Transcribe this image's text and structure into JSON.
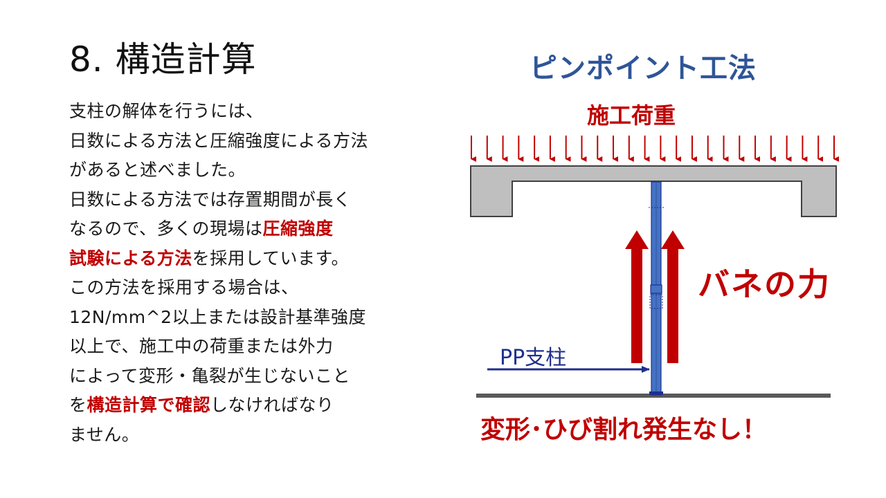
{
  "slide": {
    "title": "8. 構造計算"
  },
  "body": {
    "lines": [
      [
        {
          "t": "支柱の解体を行うには、",
          "hl": false
        }
      ],
      [
        {
          "t": "日数による方法と圧縮強度による方法",
          "hl": false
        }
      ],
      [
        {
          "t": "があると述べました。",
          "hl": false
        }
      ],
      [
        {
          "t": "日数による方法では存置期間が長く",
          "hl": false
        }
      ],
      [
        {
          "t": "なるので、多くの現場は",
          "hl": false
        },
        {
          "t": "圧縮強度",
          "hl": true
        }
      ],
      [
        {
          "t": "試験による方法",
          "hl": true
        },
        {
          "t": "を採用しています。",
          "hl": false
        }
      ],
      [
        {
          "t": "この方法を採用する場合は、",
          "hl": false
        }
      ],
      [
        {
          "t": "12N/mm^2以上または設計基準強度",
          "hl": false
        }
      ],
      [
        {
          "t": "以上で、施工中の荷重または外力",
          "hl": false
        }
      ],
      [
        {
          "t": "によって変形・亀裂が生じないこと",
          "hl": false
        }
      ],
      [
        {
          "t": "を",
          "hl": false
        },
        {
          "t": "構造計算で確認",
          "hl": true
        },
        {
          "t": "しなければなり",
          "hl": false
        }
      ],
      [
        {
          "t": "ません。",
          "hl": false
        }
      ]
    ]
  },
  "diagram": {
    "title": "ピンポイント工法",
    "load_label": "施工荷重",
    "spring_label": "バネの力",
    "prop_label": "PP支柱",
    "result_label": "変形･ひび割れ発生なし！",
    "colors": {
      "title": "#2f5597",
      "accent_red": "#c00000",
      "slab_fill": "#bfbfbf",
      "slab_stroke": "#404040",
      "prop_blue": "#4472c4",
      "prop_arrow": "#1f2f8f",
      "floor": "#595959"
    }
  }
}
